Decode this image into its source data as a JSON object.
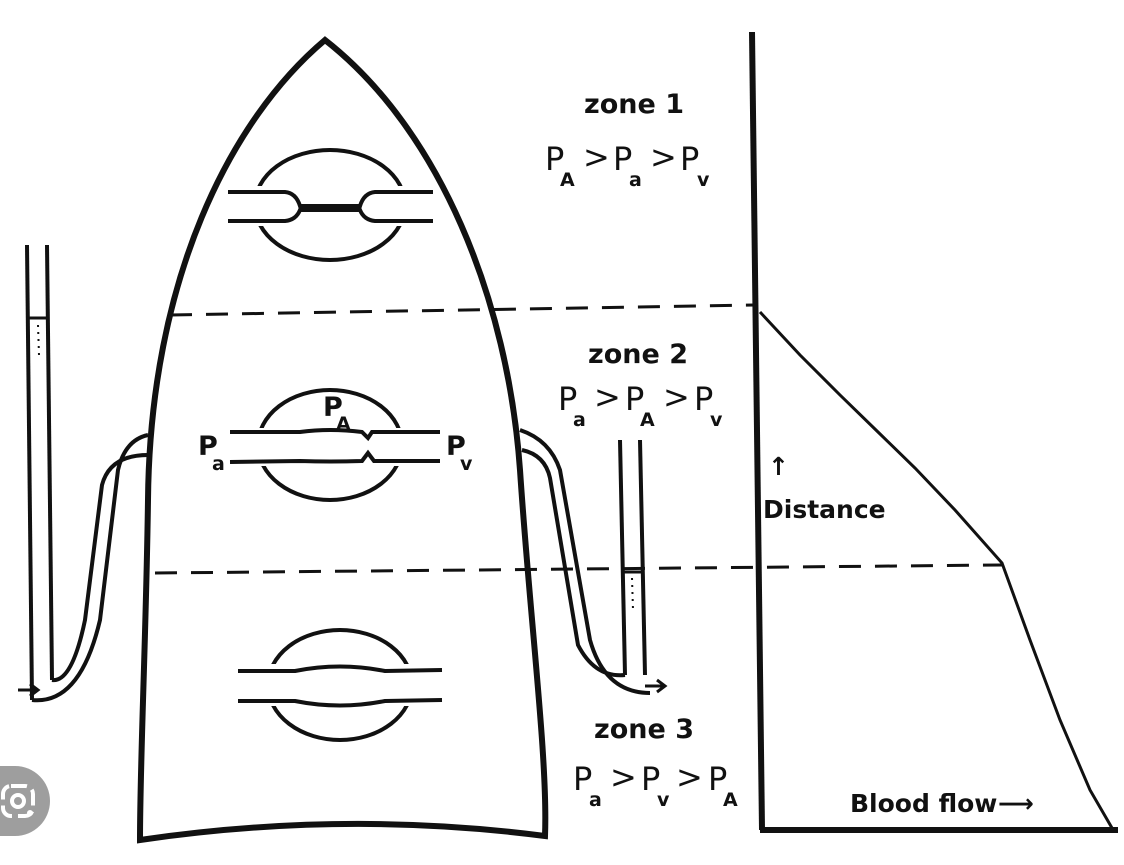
{
  "diagram": {
    "zone1": {
      "title": "zone 1",
      "rel": [
        ">",
        ">"
      ]
    },
    "zone2": {
      "title": "zone 2",
      "rel": [
        ">",
        ">"
      ]
    },
    "zone3": {
      "title": "zone 3",
      "rel": [
        ">",
        ">"
      ]
    },
    "symbols": {
      "P": "P",
      "A": "A",
      "a": "a",
      "v": "v"
    },
    "vessel_labels": {
      "arterial": {
        "P": "P",
        "sub": "a"
      },
      "venous": {
        "P": "P",
        "sub": "v"
      },
      "alveolar": {
        "P": "P",
        "sub": "A"
      }
    },
    "axis": {
      "y_label": "Distance",
      "y_arrow": "↑",
      "x_label": "Blood flow",
      "x_arrow": "⟶"
    }
  },
  "icons": {
    "lens": "lens-icon"
  },
  "colors": {
    "ink": "#111111",
    "background": "#ffffff"
  }
}
